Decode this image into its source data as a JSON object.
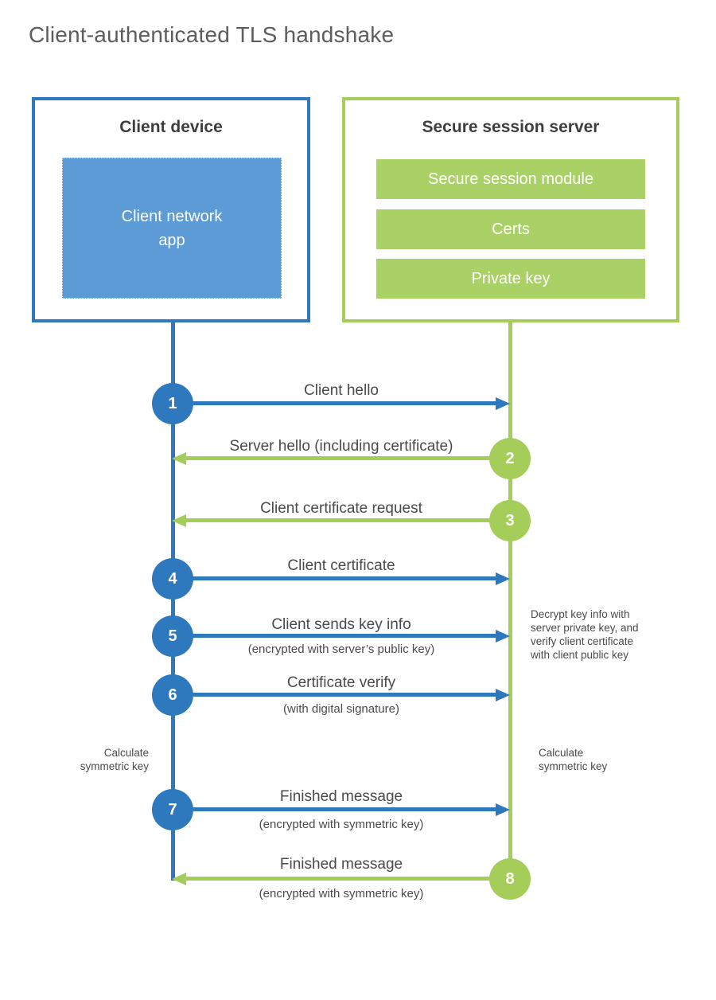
{
  "title": "Client-authenticated TLS handshake",
  "client_box": {
    "title": "Client device",
    "app_label": "Client network\napp"
  },
  "server_box": {
    "title": "Secure session server",
    "modules": [
      "Secure session module",
      "Certs",
      "Private key"
    ]
  },
  "steps": [
    {
      "number": "1",
      "label": "Client hello",
      "sublabel": "",
      "from": "client",
      "to": "server"
    },
    {
      "number": "2",
      "label": "Server hello (including certificate)",
      "sublabel": "",
      "from": "server",
      "to": "client"
    },
    {
      "number": "3",
      "label": "Client certificate request",
      "sublabel": "",
      "from": "server",
      "to": "client"
    },
    {
      "number": "4",
      "label": "Client certificate",
      "sublabel": "",
      "from": "client",
      "to": "server"
    },
    {
      "number": "5",
      "label": "Client sends key info",
      "sublabel": "(encrypted with server’s public key)",
      "from": "client",
      "to": "server"
    },
    {
      "number": "6",
      "label": "Certificate verify",
      "sublabel": "(with digital signature)",
      "from": "client",
      "to": "server"
    },
    {
      "number": "7",
      "label": "Finished message",
      "sublabel": "(encrypted with symmetric key)",
      "from": "client",
      "to": "server"
    },
    {
      "number": "8",
      "label": "Finished message",
      "sublabel": "(encrypted with symmetric key)",
      "from": "server",
      "to": "client"
    }
  ],
  "annotations": {
    "server_note": "Decrypt key info with\nserver private key, and\nverify client certificate\nwith client public key",
    "client_calculate": "Calculate\nsymmetric key",
    "server_calculate": "Calculate\nsymmetric key"
  },
  "colors": {
    "blue": "#2E78BD",
    "blue_fill": "#5C9BD6",
    "green": "#A4CD5A",
    "green_fill": "#A9D166",
    "text_dark": "#3E3E40",
    "text_gray": "#4A4A4C",
    "title_gray": "#5D5D5F"
  }
}
